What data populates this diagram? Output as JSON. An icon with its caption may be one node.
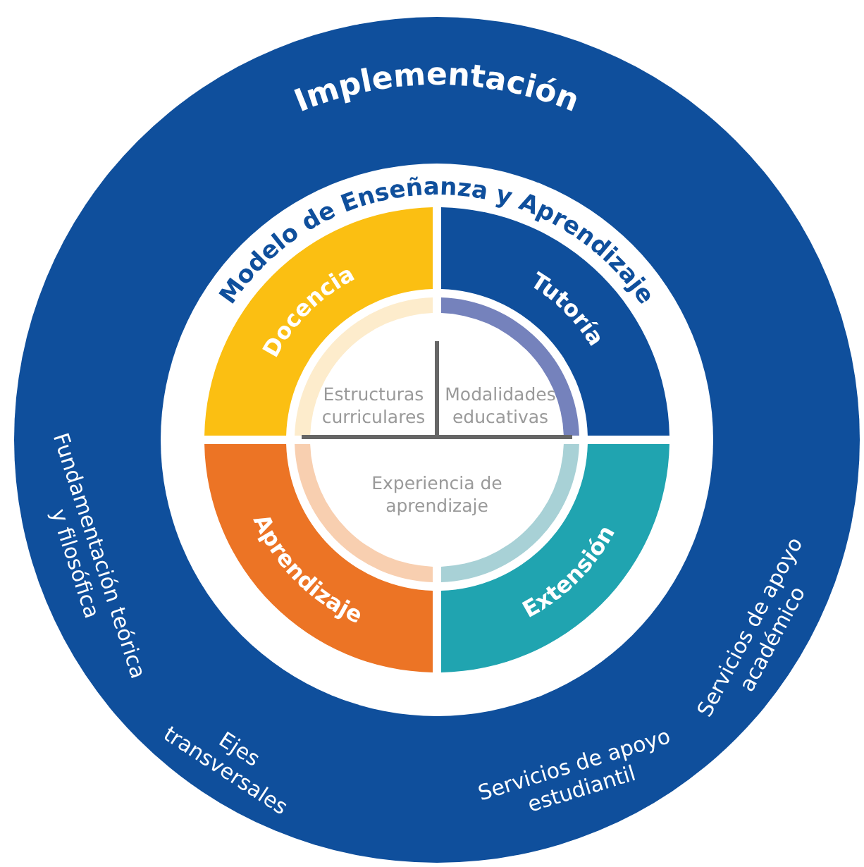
{
  "diagram": {
    "nodes": [
      {
        "text": [
          "Implementación"
        ]
      },
      {
        "text": [
          "Modelo de Enseñanza y Aprendizaje"
        ],
        "in": 0
      },
      {
        "text": [
          "Docencia"
        ],
        "in": 1
      },
      {
        "text": [
          "Tutoría"
        ],
        "in": 1
      },
      {
        "text": [
          "Aprendizaje"
        ],
        "in": 1
      },
      {
        "text": [
          "Extensión"
        ],
        "in": 1
      }
    ],
    "labels": [
      "Estructuras curriculares",
      "Modalidades educativas",
      "Experiencia de aprendizaje",
      "Fundamentación teórica y filosófica",
      "Ejes transversales",
      "Servicios de apoyo académico",
      "Servicios de apoyo estudiantil"
    ]
  }
}
